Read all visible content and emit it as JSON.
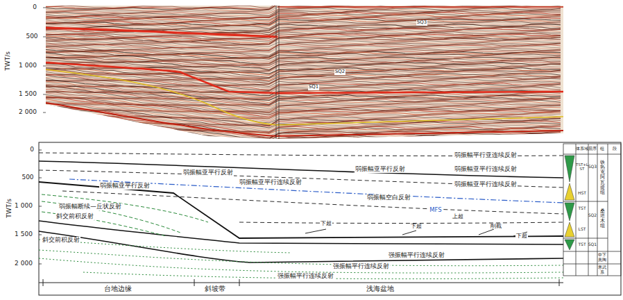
{
  "diagram": {
    "labels": [
      "0",
      "500",
      "1 000",
      "1 500",
      "2 000",
      "TWT/s",
      "SQ3",
      "SQ2",
      "SQ1",
      "0",
      "500",
      "1 000",
      "1 500",
      "2 000",
      "TWT/s",
      "体系域",
      "层序",
      "组",
      "段",
      "TST+LST",
      "SQ3",
      "铁热克阿瓦提组",
      "HST",
      "SQ2",
      "桑塔木组",
      "TST",
      "LST",
      "TST",
      "SQ1",
      "中下奥陶",
      "寒武系",
      "弱振幅平行亚连续反射",
      "弱振幅亚平行反射",
      "弱振幅亚平行连续反射",
      "弱振幅亚平行反射",
      "弱振幅亚平行连续反射",
      "弱振幅亚平行反射",
      "弱振幅空白反射",
      "弱振幅亚平行连续反射",
      "弱振幅断续—丘状反射",
      "斜交前积反射",
      "MFS",
      "下超",
      "上超",
      "下超",
      "削截",
      "下超",
      "斜交前积反射",
      "强振幅平行连续反射",
      "强振幅平行连续反射",
      "强振幅平行连续反射",
      "台地边缘",
      "斜坡带",
      "浅海盆地"
    ]
  }
}
